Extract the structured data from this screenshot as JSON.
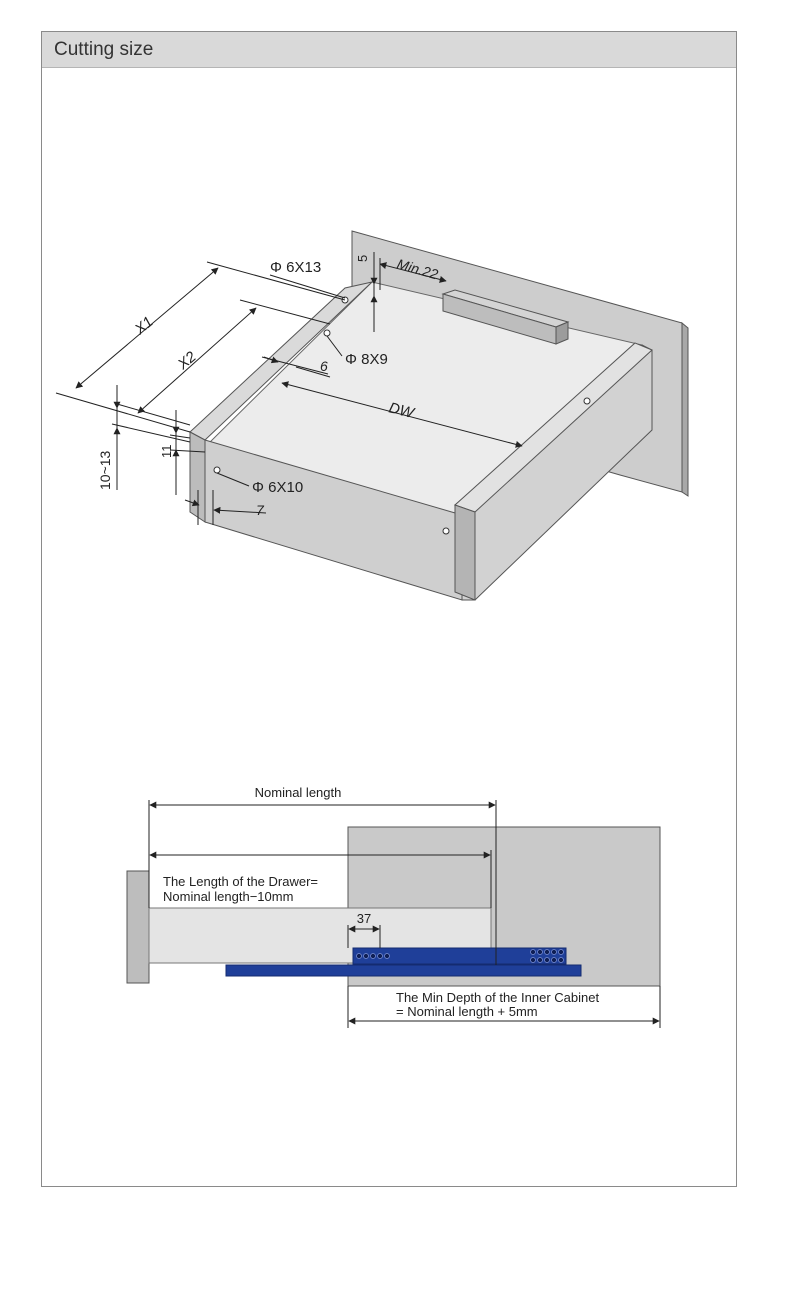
{
  "section": {
    "title": "Cutting size"
  },
  "drawer_diagram": {
    "labels": {
      "x1": "X1",
      "x2": "X2",
      "hole_top": "Φ 6X13",
      "dim_5": "5",
      "min22": "Min.22",
      "hole_mid": "Φ 8X9",
      "dim_6": "6",
      "dw": "DW",
      "dim_11": "11",
      "dim_10_13": "10~13",
      "hole_front": "Φ 6X10",
      "dim_7": "7"
    }
  },
  "length_diagram": {
    "labels": {
      "nominal": "Nominal length",
      "drawer_len_1": "The Length of the Drawer=",
      "drawer_len_2": "Nominal length−10mm",
      "dim_37": "37",
      "depth_1": "The Min Depth of the Inner Cabinet",
      "depth_2": "= Nominal length + 5mm"
    },
    "colors": {
      "slide": "#1f3f99",
      "slide_dark": "#142b70",
      "cabinet": "#c8c8c8",
      "drawer": "#e6e6e6"
    }
  }
}
